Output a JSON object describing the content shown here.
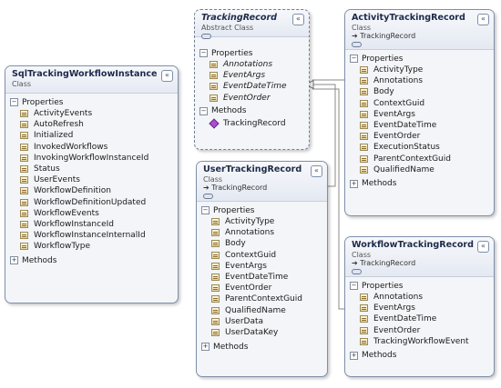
{
  "classes": {
    "sql": {
      "name": "SqlTrackingWorkflowInstance",
      "stereotype": "Class",
      "properties_label": "Properties",
      "methods_label": "Methods",
      "properties": [
        "ActivityEvents",
        "AutoRefresh",
        "Initialized",
        "InvokedWorkflows",
        "InvokingWorkflowInstanceId",
        "Status",
        "UserEvents",
        "WorkflowDefinition",
        "WorkflowDefinitionUpdated",
        "WorkflowEvents",
        "WorkflowInstanceId",
        "WorkflowInstanceInternalId",
        "WorkflowType"
      ]
    },
    "tracking": {
      "name": "TrackingRecord",
      "stereotype": "Abstract Class",
      "properties_label": "Properties",
      "methods_label": "Methods",
      "properties": [
        "Annotations",
        "EventArgs",
        "EventDateTime",
        "EventOrder"
      ],
      "methods": [
        "TrackingRecord"
      ]
    },
    "activity": {
      "name": "ActivityTrackingRecord",
      "stereotype": "Class",
      "inherits": "TrackingRecord",
      "properties_label": "Properties",
      "methods_label": "Methods",
      "properties": [
        "ActivityType",
        "Annotations",
        "Body",
        "ContextGuid",
        "EventArgs",
        "EventDateTime",
        "EventOrder",
        "ExecutionStatus",
        "ParentContextGuid",
        "QualifiedName"
      ]
    },
    "user": {
      "name": "UserTrackingRecord",
      "stereotype": "Class",
      "inherits": "TrackingRecord",
      "properties_label": "Properties",
      "methods_label": "Methods",
      "properties": [
        "ActivityType",
        "Annotations",
        "Body",
        "ContextGuid",
        "EventArgs",
        "EventDateTime",
        "EventOrder",
        "ParentContextGuid",
        "QualifiedName",
        "UserData",
        "UserDataKey"
      ]
    },
    "workflow": {
      "name": "WorkflowTrackingRecord",
      "stereotype": "Class",
      "inherits": "TrackingRecord",
      "properties_label": "Properties",
      "methods_label": "Methods",
      "properties": [
        "Annotations",
        "EventArgs",
        "EventDateTime",
        "EventOrder",
        "TrackingWorkflowEvent"
      ]
    }
  },
  "glyphs": {
    "collapse": "«",
    "expanded": "−",
    "collapsed": "+",
    "inherit_arrow": "➔"
  }
}
